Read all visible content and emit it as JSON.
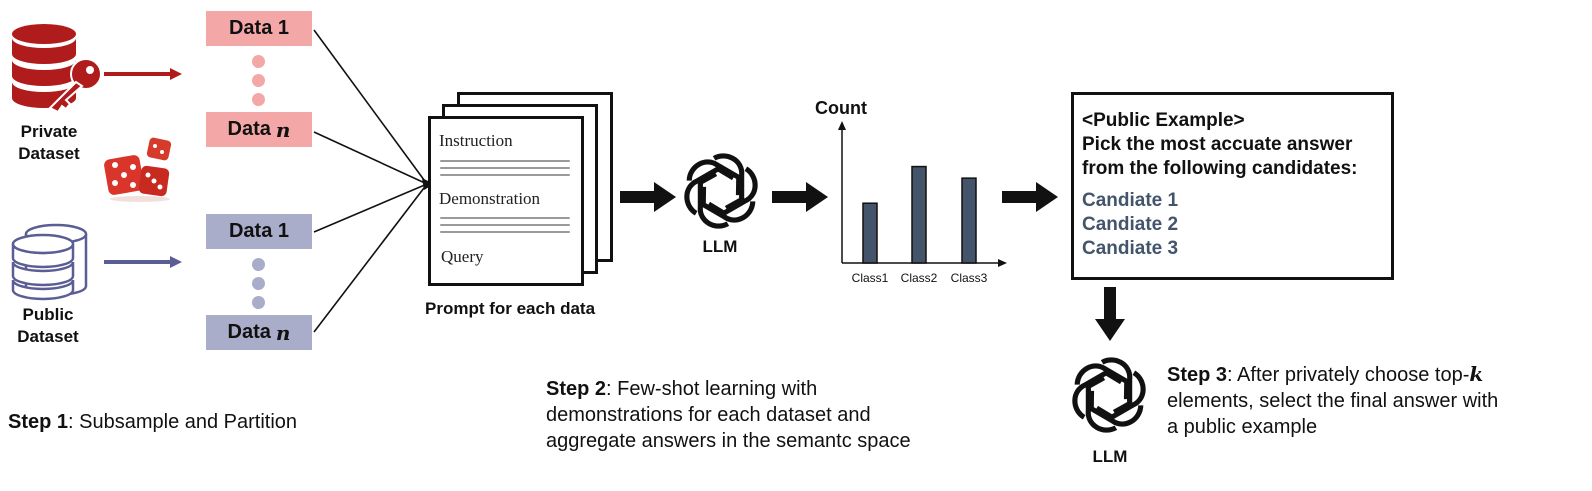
{
  "step1": {
    "private_label_line1": "Private",
    "private_label_line2": "Dataset",
    "public_label_line1": "Public",
    "public_label_line2": "Dataset",
    "private_data_first": "Data 1",
    "private_data_last": "Data",
    "public_data_first": "Data 1",
    "public_data_last": "Data",
    "var_n": "n",
    "caption_bold": "Step 1",
    "caption_rest": ": Subsample and Partition"
  },
  "prompt": {
    "instruction": "Instruction",
    "demonstration": "Demonstration",
    "query": "Query",
    "caption": "Prompt for each data"
  },
  "llm_label": "LLM",
  "histogram": {
    "y_label": "Count",
    "categories": [
      "Class1",
      "Class2",
      "Class3"
    ]
  },
  "chart_data": {
    "type": "bar",
    "categories": [
      "Class1",
      "Class2",
      "Class3"
    ],
    "values": [
      62,
      100,
      88
    ],
    "ylabel": "Count",
    "ylim": [
      0,
      140
    ]
  },
  "public_example": {
    "title": "<Public Example>",
    "line1": "Pick the most accuate answer",
    "line2": "from the following candidates:",
    "candidates": [
      "Candiate 1",
      "Candiate 2",
      "Candiate 3"
    ]
  },
  "step2": {
    "bold": "Step 2",
    "line1_rest": ": Few-shot learning with",
    "line2": "demonstrations for each dataset and",
    "line3": "aggregate answers in the semantc space"
  },
  "step3": {
    "bold": "Step 3",
    "line1_rest": ":  After privately choose top-",
    "k": "k",
    "line2": "elements,  select the final answer with",
    "line3": "a public example"
  },
  "colors": {
    "private_red": "#b01c1c",
    "private_box": "#f4a7a7",
    "public_blue": "#5b5e94",
    "public_box": "#a9adc9",
    "bar_fill": "#44546a",
    "candidate_text": "#44546a"
  }
}
